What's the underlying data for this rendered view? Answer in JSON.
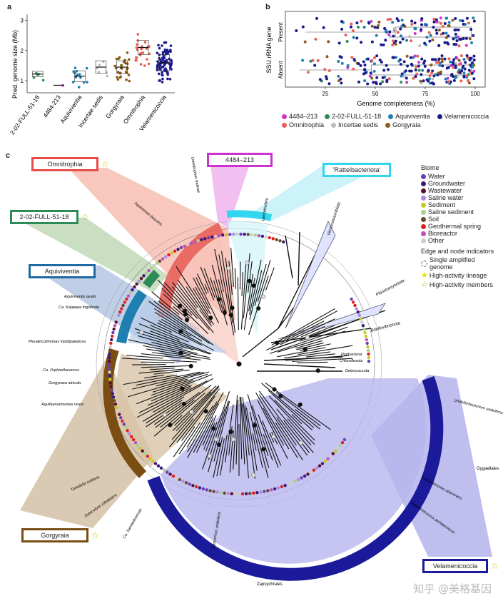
{
  "panels": {
    "a": "a",
    "b": "b",
    "c": "c"
  },
  "chart_data": [
    {
      "type": "scatter",
      "panel": "a",
      "ylabel": "Pred. genome size (Mb)",
      "ylim": [
        0.6,
        3.2
      ],
      "yticks": [
        "1",
        "2",
        "3"
      ],
      "categories": [
        "2-02-FULL-51-18",
        "4484-213",
        "Aquiviventia",
        "Incertae sedis",
        "Gorgyraia",
        "Omnitrophia",
        "Velamenicoccia"
      ],
      "colors": [
        "#2e8b57",
        "#cc33cc",
        "#1f7fb0",
        "#bbbbbb",
        "#8b5a1a",
        "#e8605a",
        "#1a1a8c"
      ],
      "medians": [
        1.22,
        0.85,
        1.15,
        1.45,
        1.45,
        2.1,
        1.6
      ]
    },
    {
      "type": "scatter",
      "panel": "b",
      "xlabel": "Genome completeness (%)",
      "ylabel": "SSU rRNA gene",
      "xticks": [
        "25",
        "50",
        "75",
        "100"
      ],
      "xlim": [
        5,
        105
      ],
      "ycategories": [
        "Present",
        "Absent"
      ]
    }
  ],
  "legend_b": [
    {
      "label": "4484–213",
      "color": "#cc33cc"
    },
    {
      "label": "2-02-FULL-51-18",
      "color": "#2e8b57"
    },
    {
      "label": "Aquiviventia",
      "color": "#1f7fb0"
    },
    {
      "label": "Velamenicoccia",
      "color": "#1a1a8c"
    },
    {
      "label": "Omnitrophia",
      "color": "#e8605a"
    },
    {
      "label": "Incertae sedis",
      "color": "#bbbbbb"
    },
    {
      "label": "Gorgyraia",
      "color": "#8b5a1a"
    }
  ],
  "biome": {
    "title": "Biome",
    "items": [
      {
        "label": "Water",
        "color": "#6a3fb5"
      },
      {
        "label": "Groundwater",
        "color": "#3a1a7a"
      },
      {
        "label": "Wastewater",
        "color": "#5a0f2e"
      },
      {
        "label": "Saline water",
        "color": "#a98be0"
      },
      {
        "label": "Sediment",
        "color": "#c8c820"
      },
      {
        "label": "Saline sediment",
        "color": "#a8d18a"
      },
      {
        "label": "Soil",
        "color": "#6b4a2a"
      },
      {
        "label": "Geothermal spring",
        "color": "#e02020"
      },
      {
        "label": "Bioreactor",
        "color": "#c050c0"
      },
      {
        "label": "Other",
        "color": "#cccccc"
      }
    ]
  },
  "indicators": {
    "title": "Edge and node indicators",
    "items": [
      {
        "label": "Single amplified genome"
      },
      {
        "label": "High-activity lineage"
      },
      {
        "label": "High-activity members"
      }
    ]
  },
  "clades": {
    "omnitrophia": "Omnitrophia",
    "c4484": "4484–213",
    "ratteibacteriota": "'Ratteibacteriota'",
    "c202": "2-02-FULL-51-18",
    "aquiviventia": "Aquiviventia",
    "gorgyraia": "Gorgyraia",
    "velamenicoccia": "Velamenicoccia"
  },
  "tree_labels": {
    "planctomycetota": "Planctomycetota",
    "bdellovibrionota": "Bdellovibrionota",
    "poribacteria": "Poribacteria",
    "chloroflexota": "Chloroflexota",
    "deinococcota": "Deinococcota",
    "verrucomicrobiota": "Verrucomicrobiota",
    "gygaellales": "Gygaellales",
    "zapsychrales": "Zapsychrales",
    "pluralincolimonas": "Pluralincolimonas tripidipaludosa",
    "orphnellacoccus": "Ca. Orphnellacoccus",
    "gorgyraea": "Gorgyraea atricola",
    "aquiviventis": "Aquiviventis avalis",
    "kappaea": "Ca. Kappaea frigidicola",
    "aquifaenar": "Aquifaenarimonas noxia",
    "undeiferbacterium": "Undeiferbacterium undeiferum (359)",
    "profundimonas": "Profundimonas obscurans",
    "zapsychrus": "Zapsychrus undeiferis",
    "cebusinomonas": "Ca. Sambollimonas",
    "omnitrophus": "Omnitrophus fodinae",
    "lambdovibrio": "Lambdovibrio",
    "dubiovibrio": "Dubiovibrio inhabitans",
    "tantalella": "Tantalella solitaria",
    "aquimonas": "Aquimonas lacustris",
    "velamenicoccus": "Velamenicoccus archaeovorus"
  },
  "watermark": "知乎 @美格基因"
}
